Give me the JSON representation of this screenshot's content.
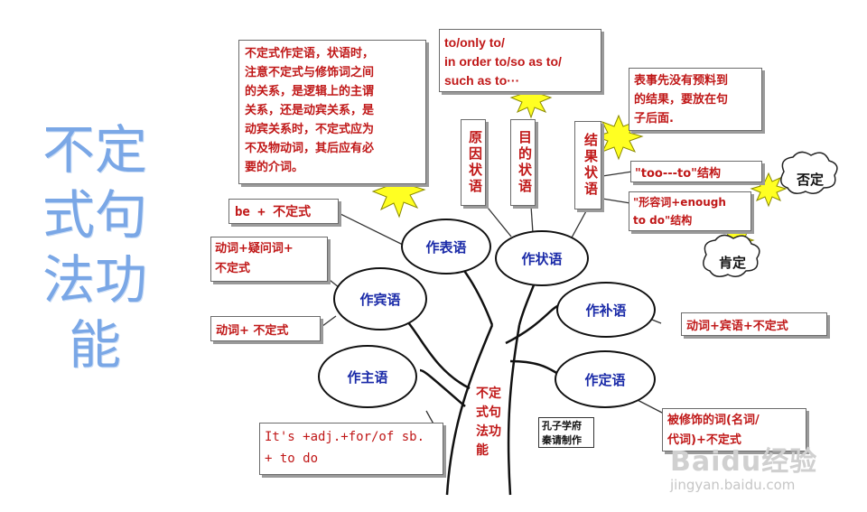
{
  "side_title": [
    "不定",
    "式句",
    "法功",
    "能"
  ],
  "trunk_label": [
    "不定",
    "式句",
    "法功",
    "能"
  ],
  "note_top_left": [
    "不定式作定语，状语时，",
    "注意不定式与修饰词之间",
    "的关系，是逻辑上的主谓",
    "关系，还是动宾关系，是",
    "动宾关系时，不定式应为",
    "不及物动词，其后应有必",
    "要的介词。"
  ],
  "note_top_center": [
    "to/only to/",
    "in order to/so as to/",
    "such as to···"
  ],
  "note_top_right": [
    "表事先没有预料到",
    "的结果，要放在句",
    "子后面."
  ],
  "vert_labels": {
    "reason": "原因状语",
    "purpose": "目的状语",
    "result": "结果状语"
  },
  "nodes": {
    "predicative": "作表语",
    "adverbial": "作状语",
    "object": "作宾语",
    "complement": "作补语",
    "subject": "作主语",
    "attributive": "作定语"
  },
  "boxes": {
    "be_inf": "be + 不定式",
    "verb_q_inf": [
      "动词+疑问词+",
      "不定式"
    ],
    "verb_inf": "动词+ 不定式",
    "its_adj": [
      "It's +adj.+for/of sb.",
      "+ to do"
    ],
    "too_to": "\"too---to\"结构",
    "adj_enough": [
      "\"形容词+enough",
      "to do\"结构"
    ],
    "verb_obj_inf": "动词+宾语+不定式",
    "modified": [
      "被修饰的词(名词/",
      "代词)+不定式"
    ]
  },
  "clouds": {
    "negative": "否定",
    "affirmative": "肯定"
  },
  "credit": [
    "孔子学府",
    "秦请制作"
  ],
  "watermark": {
    "logo": "Baidu经验",
    "url": "jingyan.baidu.com"
  }
}
